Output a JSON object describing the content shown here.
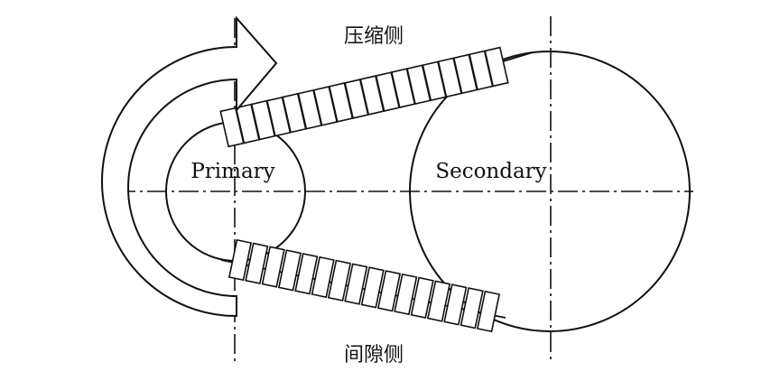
{
  "diagram": {
    "title_top": "压缩侧",
    "title_bottom": "间隙侧",
    "primary_label": "Primary",
    "secondary_label": "Secondary",
    "top_block_count": 18,
    "bottom_block_count": 16
  },
  "colors": {
    "line": "#111111",
    "background": "#ffffff"
  },
  "icons": {
    "rotation_arrow": "curved-arrow-icon"
  }
}
